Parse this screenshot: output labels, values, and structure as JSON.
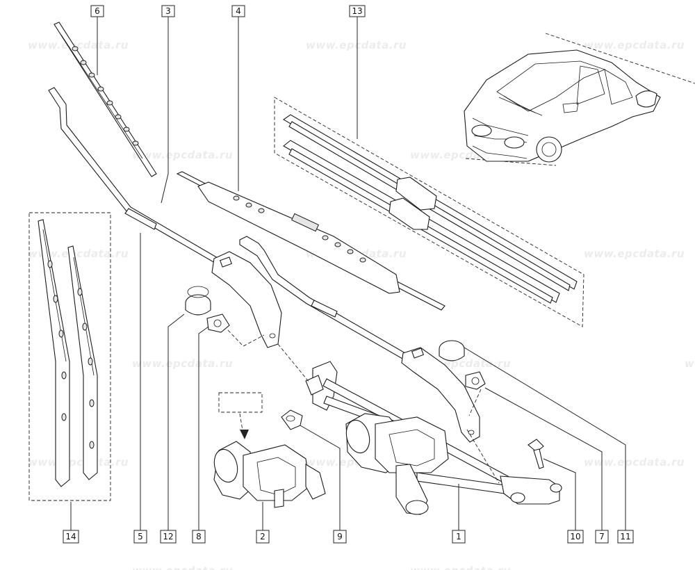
{
  "watermark": "www.epcdata.ru",
  "callouts": {
    "c1": "1",
    "c2": "2",
    "c3": "3",
    "c4": "4",
    "c5": "5",
    "c6": "6",
    "c7": "7",
    "c8": "8",
    "c9": "9",
    "c10": "10",
    "c11": "11",
    "c12": "12",
    "c13": "13",
    "c14": "14"
  }
}
